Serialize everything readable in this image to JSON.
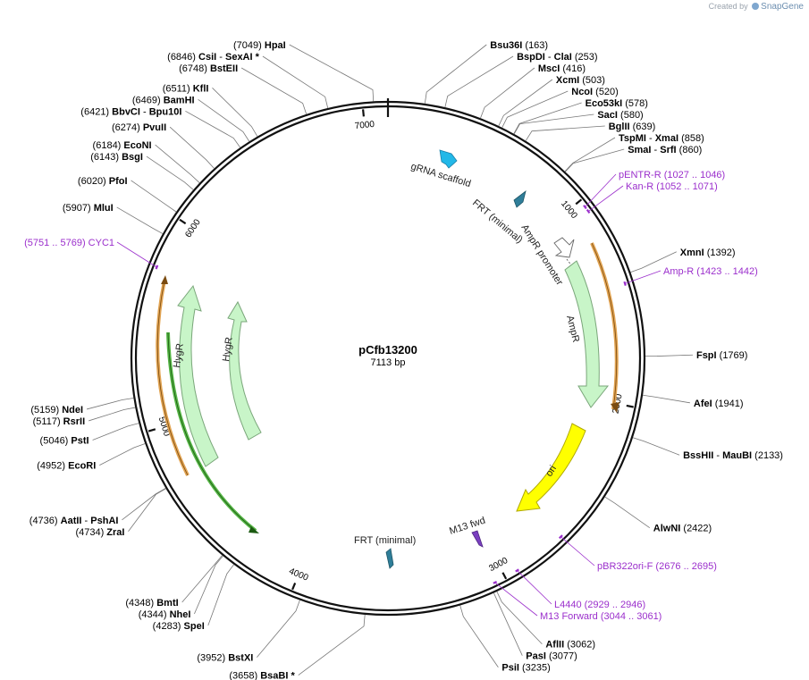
{
  "credit": {
    "prefix": "Created by",
    "brand": "SnapGene"
  },
  "plasmid": {
    "name": "pCfb13200",
    "size_label": "7113 bp",
    "length": 7113
  },
  "ticks": [
    "1000",
    "2000",
    "3000",
    "4000",
    "5000",
    "6000",
    "7000"
  ],
  "sites": [
    {
      "pos": 163,
      "display": "(163)",
      "names": [
        "Bsu36I"
      ]
    },
    {
      "pos": 253,
      "display": "(253)",
      "names": [
        "BspDI",
        "ClaI"
      ]
    },
    {
      "pos": 416,
      "display": "(416)",
      "names": [
        "MscI"
      ]
    },
    {
      "pos": 503,
      "display": "(503)",
      "names": [
        "XcmI"
      ]
    },
    {
      "pos": 520,
      "display": "(520)",
      "names": [
        "NcoI"
      ]
    },
    {
      "pos": 578,
      "display": "(578)",
      "names": [
        "Eco53kI"
      ]
    },
    {
      "pos": 580,
      "display": "(580)",
      "names": [
        "SacI"
      ]
    },
    {
      "pos": 639,
      "display": "(639)",
      "names": [
        "BglII"
      ]
    },
    {
      "pos": 858,
      "display": "(858)",
      "names": [
        "TspMI",
        "XmaI"
      ]
    },
    {
      "pos": 860,
      "display": "(860)",
      "names": [
        "SmaI",
        "SrfI"
      ]
    },
    {
      "pos": 1392,
      "display": "(1392)",
      "names": [
        "XmnI"
      ]
    },
    {
      "pos": 1769,
      "display": "(1769)",
      "names": [
        "FspI"
      ]
    },
    {
      "pos": 1941,
      "display": "(1941)",
      "names": [
        "AfeI"
      ]
    },
    {
      "pos": 2133,
      "display": "(2133)",
      "names": [
        "BssHII",
        "MauBI"
      ]
    },
    {
      "pos": 2422,
      "display": "(2422)",
      "names": [
        "AlwNI"
      ]
    },
    {
      "pos": 3062,
      "display": "(3062)",
      "names": [
        "AflII"
      ]
    },
    {
      "pos": 3077,
      "display": "(3077)",
      "names": [
        "PasI"
      ]
    },
    {
      "pos": 3235,
      "display": "(3235)",
      "names": [
        "PsiI"
      ]
    },
    {
      "pos": 3658,
      "display": "(3658)",
      "names": [
        "BsaBI *"
      ]
    },
    {
      "pos": 3952,
      "display": "(3952)",
      "names": [
        "BstXI"
      ]
    },
    {
      "pos": 4283,
      "display": "(4283)",
      "names": [
        "SpeI"
      ]
    },
    {
      "pos": 4344,
      "display": "(4344)",
      "names": [
        "NheI"
      ]
    },
    {
      "pos": 4348,
      "display": "(4348)",
      "names": [
        "BmtI"
      ]
    },
    {
      "pos": 4734,
      "display": "(4734)",
      "names": [
        "ZraI"
      ]
    },
    {
      "pos": 4736,
      "display": "(4736)",
      "names": [
        "AatII",
        "PshAI"
      ]
    },
    {
      "pos": 4952,
      "display": "(4952)",
      "names": [
        "EcoRI"
      ]
    },
    {
      "pos": 5046,
      "display": "(5046)",
      "names": [
        "PstI"
      ]
    },
    {
      "pos": 5117,
      "display": "(5117)",
      "names": [
        "RsrII"
      ]
    },
    {
      "pos": 5159,
      "display": "(5159)",
      "names": [
        "NdeI"
      ]
    },
    {
      "pos": 5907,
      "display": "(5907)",
      "names": [
        "MluI"
      ]
    },
    {
      "pos": 6020,
      "display": "(6020)",
      "names": [
        "PfoI"
      ]
    },
    {
      "pos": 6143,
      "display": "(6143)",
      "names": [
        "BsgI"
      ]
    },
    {
      "pos": 6184,
      "display": "(6184)",
      "names": [
        "EcoNI"
      ]
    },
    {
      "pos": 6274,
      "display": "(6274)",
      "names": [
        "PvuII"
      ]
    },
    {
      "pos": 6421,
      "display": "(6421)",
      "names": [
        "BbvCI",
        "Bpu10I"
      ]
    },
    {
      "pos": 6469,
      "display": "(6469)",
      "names": [
        "BamHI"
      ]
    },
    {
      "pos": 6511,
      "display": "(6511)",
      "names": [
        "KflI"
      ]
    },
    {
      "pos": 6748,
      "display": "(6748)",
      "names": [
        "BstEII"
      ]
    },
    {
      "pos": 6846,
      "display": "(6846)",
      "names": [
        "CsiI",
        "SexAI *"
      ]
    },
    {
      "pos": 7049,
      "display": "(7049)",
      "names": [
        "HpaI"
      ]
    }
  ],
  "primers": [
    {
      "name": "pENTR-R",
      "range": "(1027 .. 1046)",
      "start": 1027,
      "end": 1046
    },
    {
      "name": "Kan-R",
      "range": "(1052 .. 1071)",
      "start": 1052,
      "end": 1071
    },
    {
      "name": "Amp-R",
      "range": "(1423 .. 1442)",
      "start": 1423,
      "end": 1442
    },
    {
      "name": "pBR322ori-F",
      "range": "(2676 .. 2695)",
      "start": 2676,
      "end": 2695
    },
    {
      "name": "L4440",
      "range": "(2929 .. 2946)",
      "start": 2929,
      "end": 2946
    },
    {
      "name": "M13 Forward",
      "range": "(3044 .. 3061)",
      "start": 3044,
      "end": 3061
    },
    {
      "name": "CYC1",
      "range": "(5751 .. 5769)",
      "start": 5751,
      "end": 5769
    }
  ],
  "features": [
    {
      "name": "gRNA scaffold",
      "color": "#22b8e8"
    },
    {
      "name": "FRT (minimal)",
      "color": "#2f7e99"
    },
    {
      "name": "AmpR promoter",
      "color": "#ffffff"
    },
    {
      "name": "AmpR",
      "color": "#c8f5c8"
    },
    {
      "name": "ori",
      "color": "#ffff00"
    },
    {
      "name": "M13 fwd",
      "color": "#7a3fc0"
    },
    {
      "name": "FRT (minimal)",
      "color": "#2f7e99"
    },
    {
      "name": "HygR",
      "color": "#c8f5c8"
    },
    {
      "name": "HygR",
      "color": "#c8f5c8"
    }
  ]
}
